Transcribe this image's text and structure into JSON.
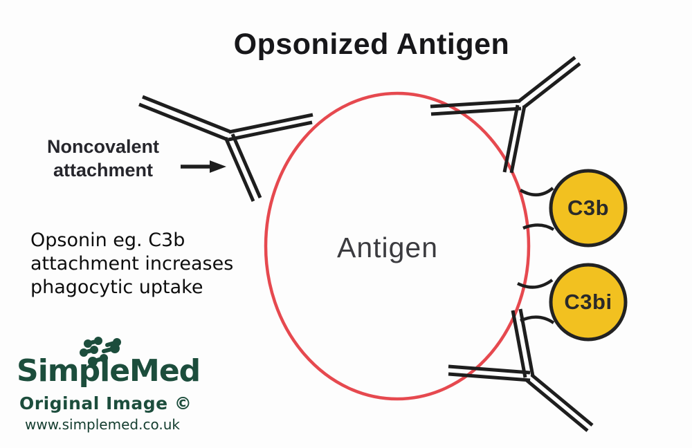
{
  "diagram": {
    "title": "Opsonized Antigen",
    "antigen_label": "Antigen",
    "noncovalent_label": "Noncovalent\nattachment",
    "opsonin_note": "Opsonin eg. C3b\nattachment increases\nphagocytic uptake",
    "opsonins": [
      {
        "label": "C3b"
      },
      {
        "label": "C3bi"
      }
    ],
    "antibody_count": 3
  },
  "branding": {
    "name": "SimpleMed",
    "caption": "Original Image ©",
    "url": "www.simplemed.co.uk"
  },
  "colors": {
    "antigen_outline_red": "#E6494F",
    "opsonin_circle_yellow": "#F2C120",
    "circle_border": "#222222",
    "antibody_line": "#1E1E1E",
    "brand_green": "#1C4D3C",
    "title_text": "#17171A",
    "background": "#FDFDFD"
  }
}
